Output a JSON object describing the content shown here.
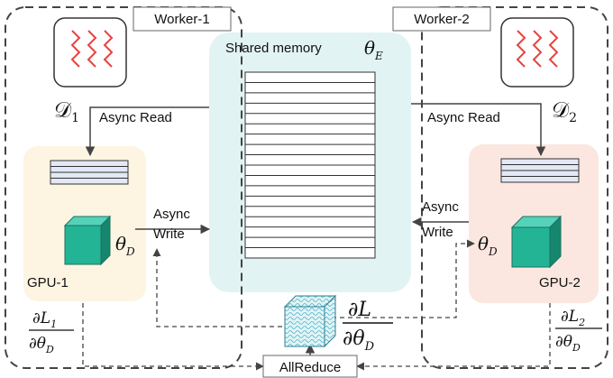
{
  "workers": {
    "w1": {
      "label": "Worker-1"
    },
    "w2": {
      "label": "Worker-2"
    }
  },
  "shared_memory": {
    "label": "Shared memory",
    "param_base": "θ",
    "param_sub": "E",
    "rows": 18
  },
  "datasets": {
    "d1": {
      "base": "𝒟",
      "sub": "1"
    },
    "d2": {
      "base": "𝒟",
      "sub": "2"
    }
  },
  "arrows": {
    "read_left": "Async Read",
    "read_right": "Async Read",
    "write_left_1": "Async",
    "write_left_2": "Write",
    "write_right_1": "Async",
    "write_right_2": "Write"
  },
  "gpus": {
    "g1": {
      "label": "GPU-1",
      "param_base": "θ",
      "param_sub": "D"
    },
    "g2": {
      "label": "GPU-2",
      "param_base": "θ",
      "param_sub": "D"
    }
  },
  "gradients": {
    "left": {
      "num": "∂L",
      "num_sub": "1",
      "den": "∂θ",
      "den_sub": "D"
    },
    "right": {
      "num": "∂L",
      "num_sub": "2",
      "den": "∂θ",
      "den_sub": "D"
    },
    "center": {
      "num": "∂L",
      "den": "∂θ",
      "den_sub": "D"
    }
  },
  "allreduce": {
    "label": "AllReduce"
  },
  "colors": {
    "shared_bg": "#e2f3f3",
    "gpu1_bg": "#fdf4e2",
    "gpu2_bg": "#fbe7df",
    "buffer_fill": "#e3e8f6",
    "cube_front": "#23b496",
    "cube_top": "#54d3b9",
    "cube_side": "#16876f",
    "zigzag": "#e8433f"
  }
}
